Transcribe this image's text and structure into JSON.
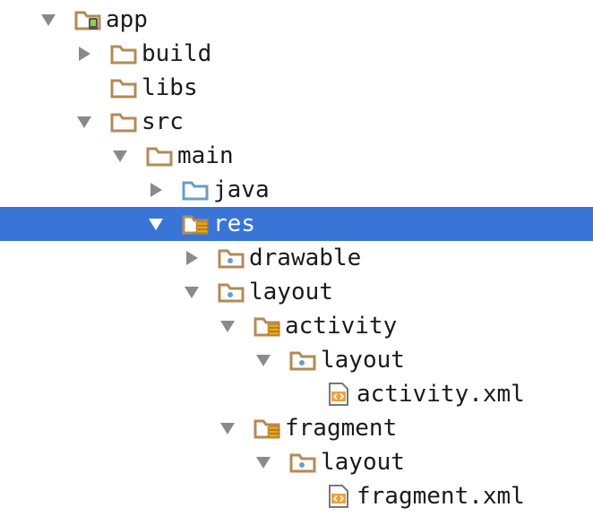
{
  "tree": {
    "nodes": [
      {
        "label": "app",
        "depth": 0,
        "arrow": "down",
        "icon": "android-module-folder-icon",
        "name": "tree-node-app",
        "selected": false
      },
      {
        "label": "build",
        "depth": 1,
        "arrow": "right",
        "icon": "folder-icon",
        "name": "tree-node-build",
        "selected": false
      },
      {
        "label": "libs",
        "depth": 1,
        "arrow": "none",
        "icon": "folder-icon",
        "name": "tree-node-libs",
        "selected": false
      },
      {
        "label": "src",
        "depth": 1,
        "arrow": "down",
        "icon": "folder-icon",
        "name": "tree-node-src",
        "selected": false
      },
      {
        "label": "main",
        "depth": 2,
        "arrow": "down",
        "icon": "folder-icon",
        "name": "tree-node-main",
        "selected": false
      },
      {
        "label": "java",
        "depth": 3,
        "arrow": "right",
        "icon": "source-folder-icon",
        "name": "tree-node-java",
        "selected": false
      },
      {
        "label": "res",
        "depth": 3,
        "arrow": "down",
        "icon": "resource-root-folder-icon",
        "name": "tree-node-res",
        "selected": true
      },
      {
        "label": "drawable",
        "depth": 4,
        "arrow": "right",
        "icon": "resource-folder-icon",
        "name": "tree-node-drawable",
        "selected": false
      },
      {
        "label": "layout",
        "depth": 4,
        "arrow": "down",
        "icon": "resource-folder-icon",
        "name": "tree-node-layout",
        "selected": false
      },
      {
        "label": "activity",
        "depth": 5,
        "arrow": "down",
        "icon": "resource-root-folder-icon",
        "name": "tree-node-activity",
        "selected": false
      },
      {
        "label": "layout",
        "depth": 6,
        "arrow": "down",
        "icon": "resource-folder-icon",
        "name": "tree-node-activity-layout",
        "selected": false
      },
      {
        "label": "activity.xml",
        "depth": 7,
        "arrow": "none",
        "icon": "xml-file-icon",
        "name": "tree-node-activity-xml",
        "selected": false
      },
      {
        "label": "fragment",
        "depth": 5,
        "arrow": "down",
        "icon": "resource-root-folder-icon",
        "name": "tree-node-fragment",
        "selected": false
      },
      {
        "label": "layout",
        "depth": 6,
        "arrow": "down",
        "icon": "resource-folder-icon",
        "name": "tree-node-fragment-layout",
        "selected": false
      },
      {
        "label": "fragment.xml",
        "depth": 7,
        "arrow": "none",
        "icon": "xml-file-icon",
        "name": "tree-node-fragment-xml",
        "selected": false
      }
    ]
  },
  "colors": {
    "selection": "#3875d7",
    "folder": "#b38a57",
    "source_folder": "#6a9dc4",
    "text": "#1a1a1a",
    "arrow": "#8a8a8a"
  }
}
